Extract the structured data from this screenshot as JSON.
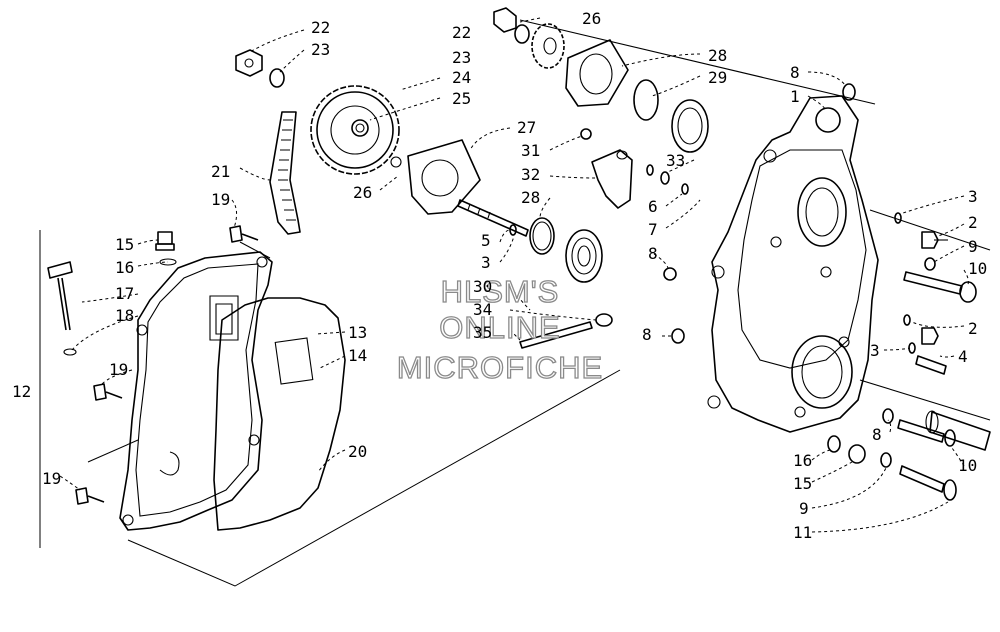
{
  "watermark": {
    "line1": "HLSM'S",
    "line2": "ONLINE",
    "line3": "MICROFICHE"
  },
  "labels": {
    "n22a": "22",
    "n23a": "23",
    "n22b": "22",
    "n23b": "23",
    "n24": "24",
    "n25": "25",
    "n26a": "26",
    "n26b": "26",
    "n27": "27",
    "n28a": "28",
    "n28b": "28",
    "n29": "29",
    "n31": "31",
    "n32": "32",
    "n33": "33",
    "n21": "21",
    "n19a": "19",
    "n19b": "19",
    "n19c": "19",
    "n15a": "15",
    "n16a": "16",
    "n17": "17",
    "n18": "18",
    "n12": "12",
    "n13": "13",
    "n14": "14",
    "n20": "20",
    "n5": "5",
    "n3a": "3",
    "n30": "30",
    "n34": "34",
    "n35": "35",
    "n6": "6",
    "n7": "7",
    "n8a": "8",
    "n8b": "8",
    "n8c": "8",
    "n8d": "8",
    "n1": "1",
    "n3b": "3",
    "n2a": "2",
    "n9a": "9",
    "n10a": "10",
    "n2b": "2",
    "n3c": "3",
    "n4": "4",
    "n16b": "16",
    "n15b": "15",
    "n9b": "9",
    "n11": "11",
    "n10b": "10"
  }
}
